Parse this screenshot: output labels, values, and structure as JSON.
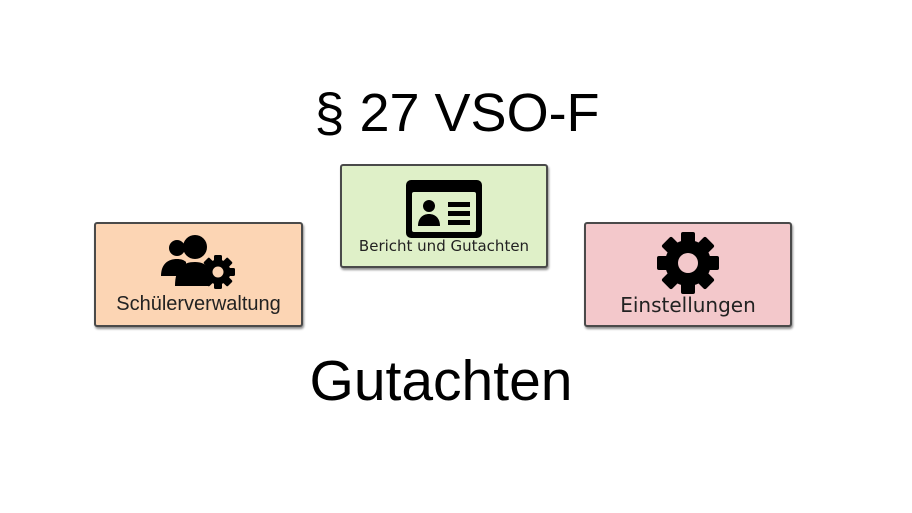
{
  "title": "§ 27 VSO-F",
  "subtitle": "Gutachten",
  "tiles": {
    "students": {
      "label": "Schülerverwaltung",
      "icon": "users-gear-icon",
      "color": "#fcd5b4"
    },
    "report": {
      "label": "Bericht und Gutachten",
      "icon": "id-card-icon",
      "color": "#dff0c8"
    },
    "settings": {
      "label": "Einstellungen",
      "icon": "gear-icon",
      "color": "#f3c8cb"
    }
  }
}
